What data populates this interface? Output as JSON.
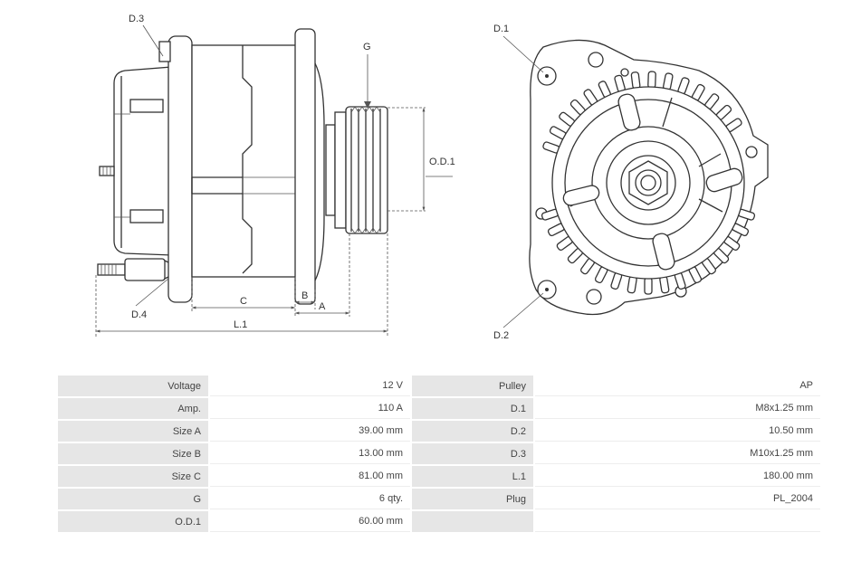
{
  "diagram": {
    "labels": {
      "d3": "D.3",
      "d4": "D.4",
      "g": "G",
      "od1": "O.D.1",
      "c": "C",
      "b": "B",
      "a": "A",
      "l1": "L.1",
      "d1": "D.1",
      "d2": "D.2"
    }
  },
  "specs": {
    "rows": [
      {
        "k1": "Voltage",
        "v1": "12 V",
        "k2": "Pulley",
        "v2": "AP"
      },
      {
        "k1": "Amp.",
        "v1": "110 A",
        "k2": "D.1",
        "v2": "M8x1.25 mm"
      },
      {
        "k1": "Size A",
        "v1": "39.00 mm",
        "k2": "D.2",
        "v2": "10.50 mm"
      },
      {
        "k1": "Size B",
        "v1": "13.00 mm",
        "k2": "D.3",
        "v2": "M10x1.25 mm"
      },
      {
        "k1": "Size C",
        "v1": "81.00 mm",
        "k2": "L.1",
        "v2": "180.00 mm"
      },
      {
        "k1": "G",
        "v1": "6 qty.",
        "k2": "Plug",
        "v2": "PL_2004"
      },
      {
        "k1": "O.D.1",
        "v1": "60.00 mm",
        "k2": "",
        "v2": ""
      }
    ]
  }
}
